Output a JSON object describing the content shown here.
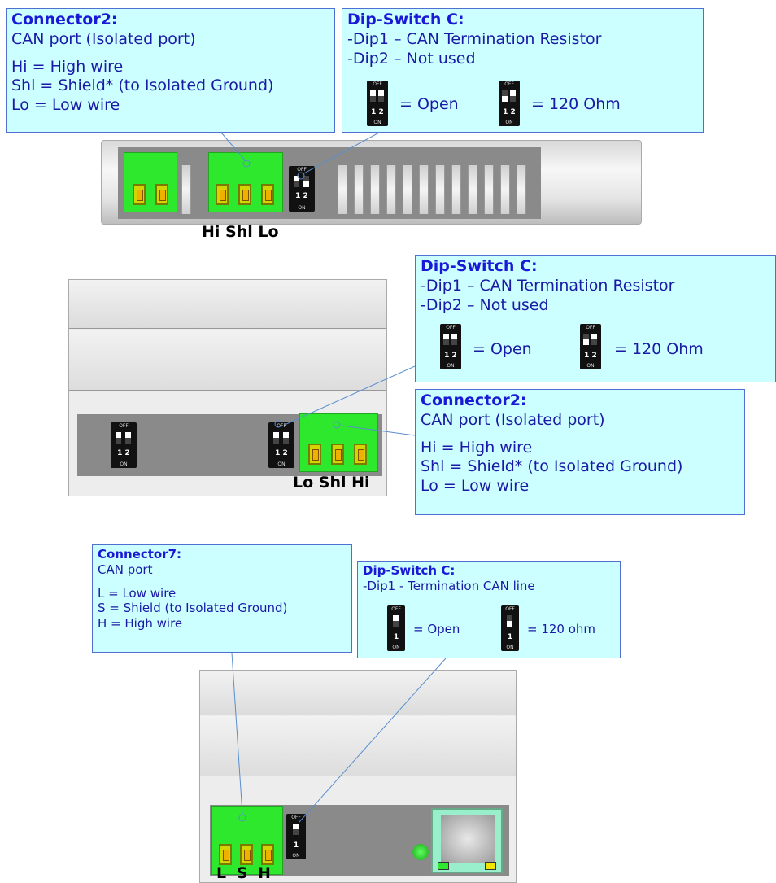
{
  "views": {
    "top": {
      "connector": {
        "title": "Connector2:",
        "subtitle": "CAN port (Isolated port)",
        "lines": [
          "Hi = High wire",
          "Shl = Shield* (to Isolated Ground)",
          "Lo = Low wire"
        ]
      },
      "dip": {
        "title": "Dip-Switch C:",
        "lines": [
          "-Dip1 – CAN Termination Resistor",
          "-Dip2 – Not used"
        ],
        "open_label": "= Open",
        "ohm_label": "= 120 Ohm",
        "off": "OFF",
        "on": "ON",
        "nums": "1 2",
        "num1": "1"
      },
      "pin_labels": "Hi Shl Lo"
    },
    "side": {
      "dip": {
        "title": "Dip-Switch C:",
        "lines": [
          "-Dip1 – CAN Termination Resistor",
          "-Dip2 – Not used"
        ],
        "open_label": "= Open",
        "ohm_label": "= 120 Ohm"
      },
      "connector": {
        "title": "Connector2:",
        "subtitle": "CAN port (Isolated port)",
        "lines": [
          "Hi = High wire",
          "Shl = Shield* (to Isolated Ground)",
          "Lo = Low wire"
        ]
      },
      "pin_labels": "Lo Shl Hi"
    },
    "bottom": {
      "connector": {
        "title": "Connector7:",
        "subtitle": "CAN port",
        "lines": [
          "L = Low wire",
          "S = Shield (to Isolated Ground)",
          "H = High wire"
        ]
      },
      "dip": {
        "title": "Dip-Switch C:",
        "lines": [
          "-Dip1 - Termination CAN line"
        ],
        "open_label": "= Open",
        "ohm_label": "= 120 ohm"
      },
      "pin_labels": "L S H"
    }
  },
  "colors": {
    "callout_bg": "#ccffff",
    "callout_border": "#4f6fd1",
    "title_blue": "#1a1ad6",
    "connector_green": "#2ee82e"
  }
}
